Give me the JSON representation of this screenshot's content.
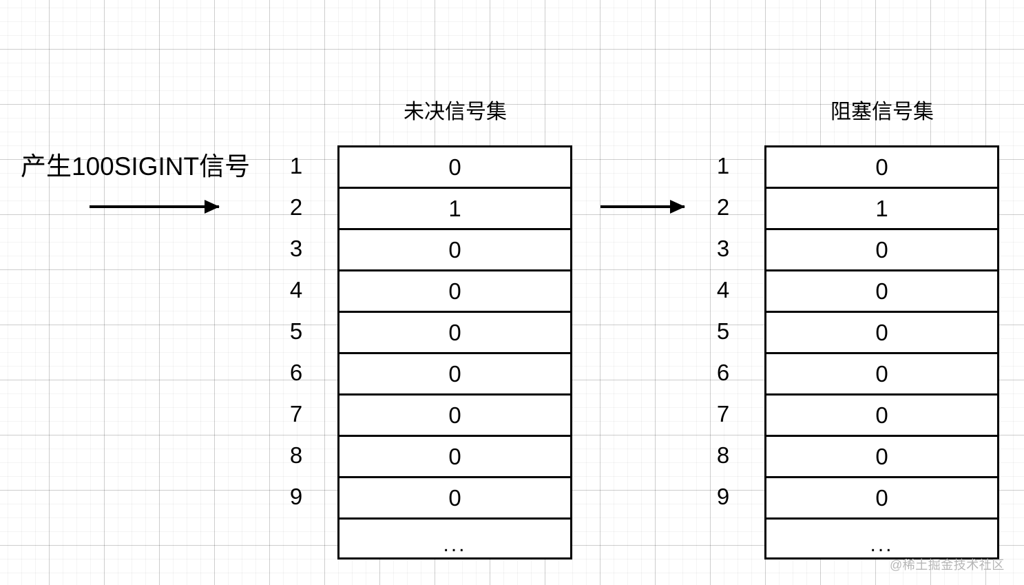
{
  "diagram": {
    "source": {
      "label": "产生100SIGINT信号",
      "arrow_name": "produce-signal-arrow"
    },
    "transfer_arrow_name": "transfer-arrow",
    "sets": [
      {
        "id": "pending",
        "title": "未决信号集",
        "indices": [
          "1",
          "2",
          "3",
          "4",
          "5",
          "6",
          "7",
          "8",
          "9",
          ""
        ],
        "values": [
          "0",
          "1",
          "0",
          "0",
          "0",
          "0",
          "0",
          "0",
          "0",
          "..."
        ]
      },
      {
        "id": "blocked",
        "title": "阻塞信号集",
        "indices": [
          "1",
          "2",
          "3",
          "4",
          "5",
          "6",
          "7",
          "8",
          "9",
          ""
        ],
        "values": [
          "0",
          "1",
          "0",
          "0",
          "0",
          "0",
          "0",
          "0",
          "0",
          "..."
        ]
      }
    ],
    "watermark": "@稀土掘金技术社区",
    "colors": {
      "stroke": "#000000",
      "text": "#000000",
      "background": "#ffffff",
      "grid_minor": "#f0f0f0",
      "grid_major": "#d6d6d6",
      "watermark": "#b6b6b6"
    }
  }
}
